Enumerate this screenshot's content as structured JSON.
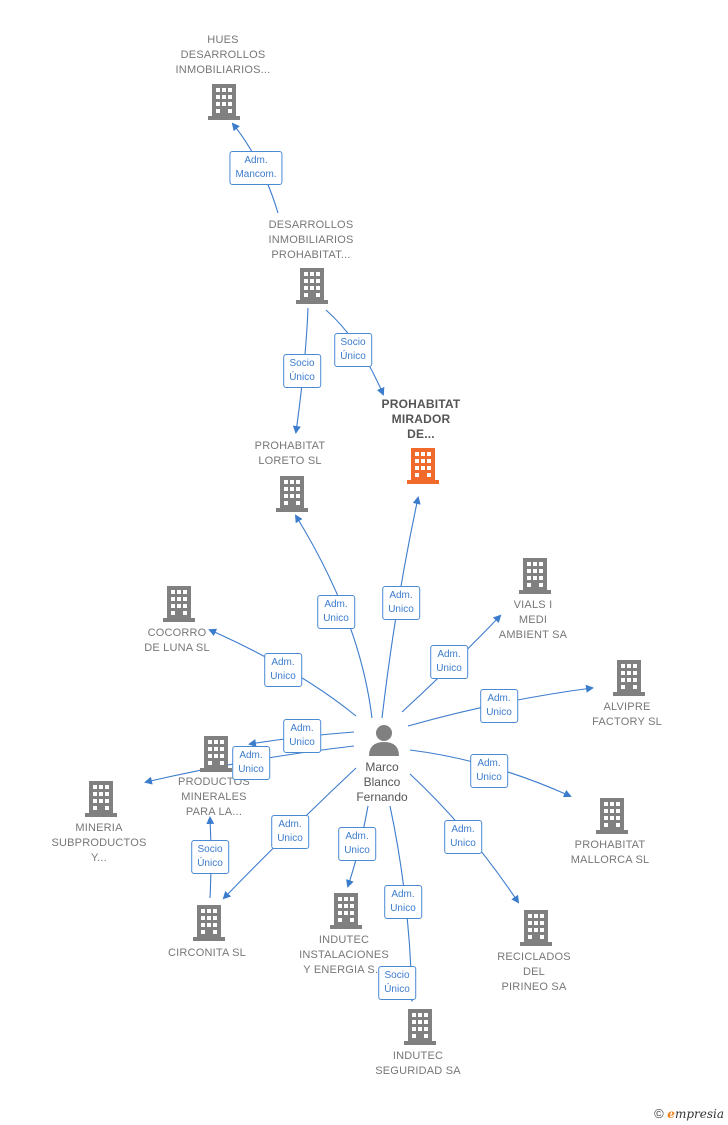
{
  "colors": {
    "building": "#808080",
    "focus": "#f06a2c",
    "edge": "#3c7ccc",
    "person": "#808080"
  },
  "nodes": {
    "hues": {
      "lines": [
        "HUES",
        "DESARROLLOS",
        "INMOBILIARIOS..."
      ]
    },
    "desarrollos": {
      "lines": [
        "DESARROLLOS",
        "INMOBILIARIOS",
        "PROHABITAT..."
      ]
    },
    "mirador": {
      "lines": [
        "PROHABITAT",
        "MIRADOR",
        "DE..."
      ]
    },
    "loreto": {
      "lines": [
        "PROHABITAT",
        "LORETO  SL"
      ]
    },
    "vials": {
      "lines": [
        "VIALS I",
        "MEDI",
        "AMBIENT SA"
      ]
    },
    "cocorro": {
      "lines": [
        "COCORRO",
        "DE LUNA  SL"
      ]
    },
    "alvipre": {
      "lines": [
        "ALVIPRE",
        "FACTORY  SL"
      ]
    },
    "productos": {
      "lines": [
        "PRODUCTOS",
        "MINERALES",
        "PARA LA..."
      ]
    },
    "mineria": {
      "lines": [
        "MINERIA",
        "SUBPRODUCTOS",
        "Y..."
      ]
    },
    "mallorca": {
      "lines": [
        "PROHABITAT",
        "MALLORCA  SL"
      ]
    },
    "circonita": {
      "lines": [
        "CIRCONITA SL"
      ]
    },
    "instalaciones": {
      "lines": [
        "INDUTEC",
        "INSTALACIONES",
        "Y ENERGIA S..."
      ]
    },
    "reciclados": {
      "lines": [
        "RECICLADOS",
        "DEL",
        "PIRINEO SA"
      ]
    },
    "seguridad": {
      "lines": [
        "INDUTEC",
        "SEGURIDAD SA"
      ]
    }
  },
  "person": {
    "lines": [
      "Marco",
      "Blanco",
      "Fernando"
    ]
  },
  "badges": {
    "mancom": {
      "lines": [
        "Adm.",
        "Mancom."
      ]
    },
    "socio_loreto": {
      "lines": [
        "Socio",
        "Único"
      ]
    },
    "socio_mirador": {
      "lines": [
        "Socio",
        "Único"
      ]
    },
    "adm_loreto": {
      "lines": [
        "Adm.",
        "Unico"
      ]
    },
    "adm_mirador": {
      "lines": [
        "Adm.",
        "Unico"
      ]
    },
    "adm_vials": {
      "lines": [
        "Adm.",
        "Unico"
      ]
    },
    "adm_cocorro": {
      "lines": [
        "Adm.",
        "Unico"
      ]
    },
    "adm_alvipre": {
      "lines": [
        "Adm.",
        "Unico"
      ]
    },
    "adm_productos": {
      "lines": [
        "Adm.",
        "Unico"
      ]
    },
    "adm_mineria": {
      "lines": [
        "Adm.",
        "Unico"
      ]
    },
    "adm_mallorca": {
      "lines": [
        "Adm.",
        "Unico"
      ]
    },
    "adm_circonita": {
      "lines": [
        "Adm.",
        "Unico"
      ]
    },
    "adm_instalaciones": {
      "lines": [
        "Adm.",
        "Unico"
      ]
    },
    "adm_reciclados": {
      "lines": [
        "Adm.",
        "Unico"
      ]
    },
    "adm_seguridad": {
      "lines": [
        "Adm.",
        "Unico"
      ]
    },
    "socio_productos": {
      "lines": [
        "Socio",
        "Único"
      ]
    },
    "socio_seguridad": {
      "lines": [
        "Socio",
        "Único"
      ]
    }
  },
  "footer": {
    "copyright": "©",
    "brand_initial": "e",
    "brand_rest": "mpresia"
  }
}
